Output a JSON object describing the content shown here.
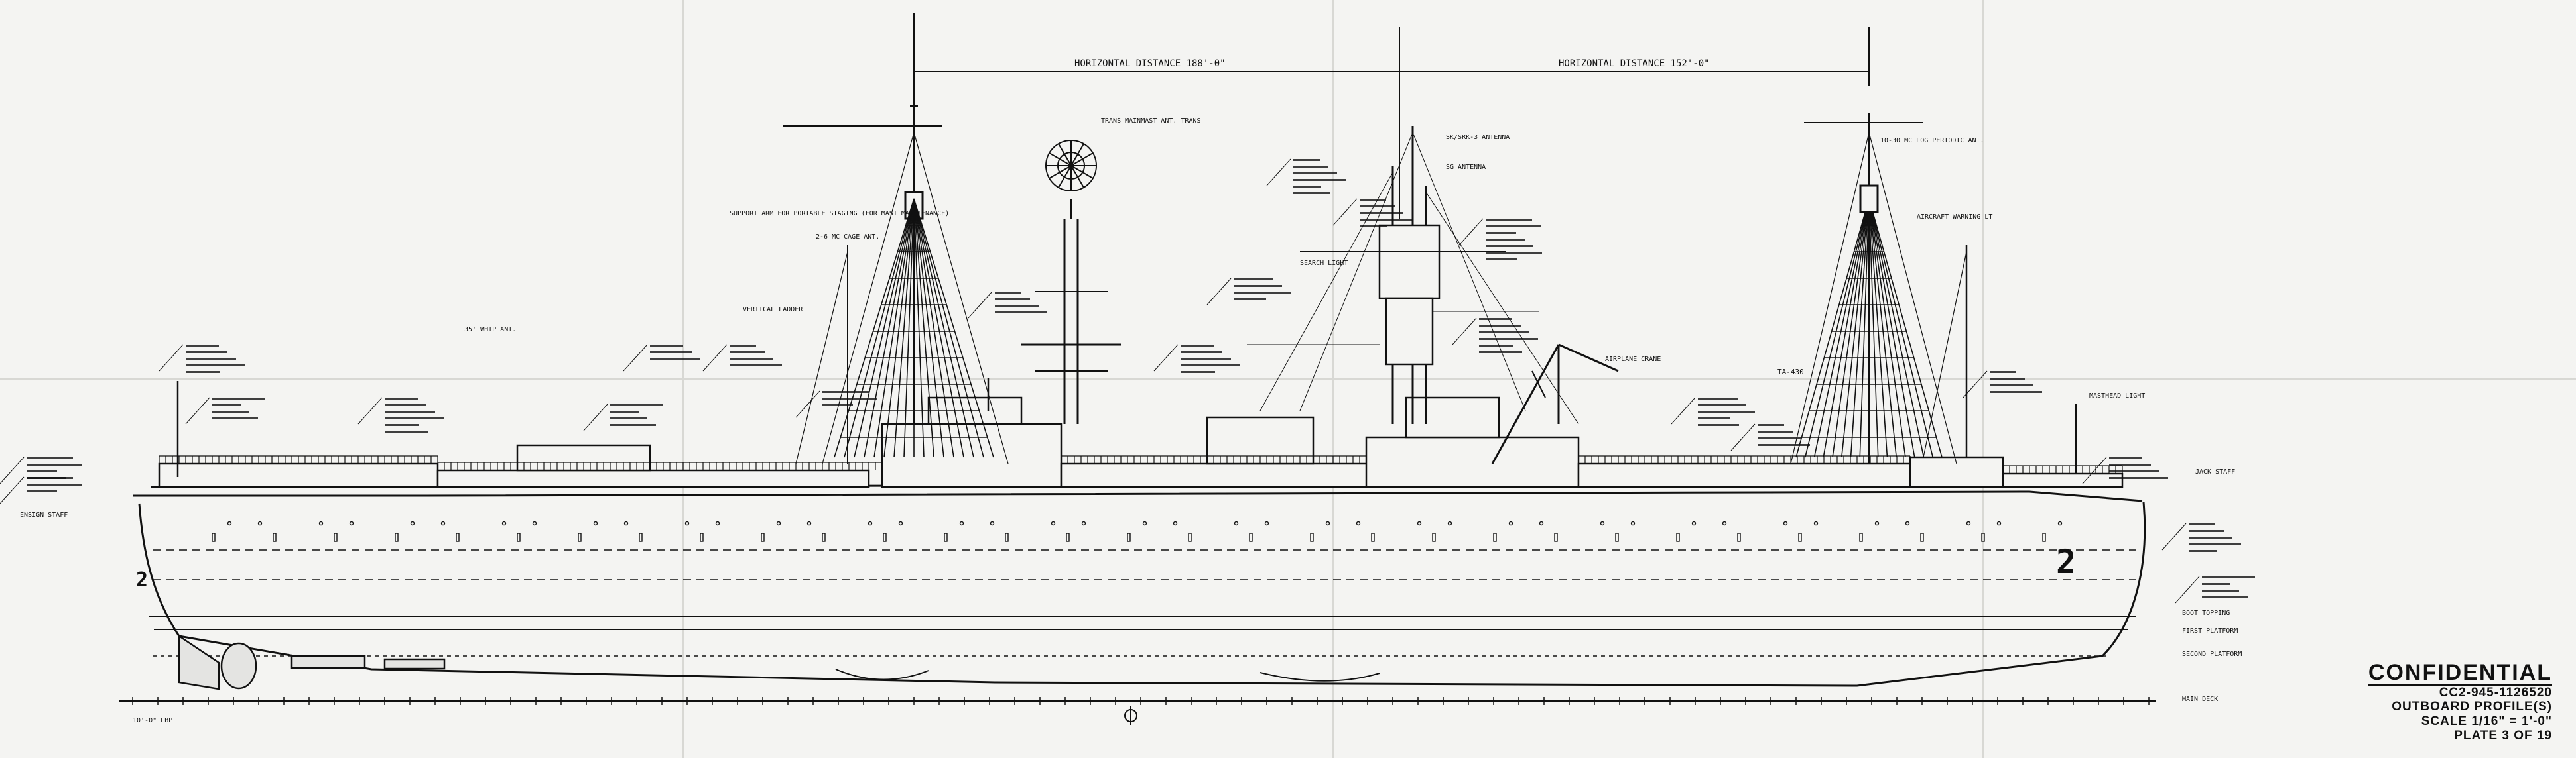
{
  "dimensions": {
    "forward": "HORIZONTAL DISTANCE 188'-0\"",
    "aft": "HORIZONTAL DISTANCE 152'-0\""
  },
  "hull": {
    "number_fwd": "2",
    "number_aft": "2"
  },
  "labels": {
    "trans_main_mast": "TRANS MAINMAST ANT. TRANS",
    "support_arm": "SUPPORT ARM FOR PORTABLE STAGING (FOR MAST MAINTENANCE)",
    "cage_antenna_fwd": "2-6 MC CAGE ANT.",
    "search_light": "SEARCH LIGHT",
    "sk_antenna": "SK/SRK-3 ANTENNA",
    "sg_antenna": "SG ANTENNA",
    "airsearch": "AIRCRAFT WARNING LT",
    "log_periodic": "10-30 MC LOG PERIODIC ANT.",
    "ta_antenna": "TA-430",
    "boat_crane": "AIRPLANE CRANE",
    "whip_ant": "35' WHIP ANT.",
    "vertical_ladder": "VERTICAL LADDER",
    "mast_head": "MASTHEAD LIGHT",
    "ensign_staff": "ENSIGN STAFF",
    "jack_staff": "JACK STAFF",
    "boot_topping": "BOOT TOPPING",
    "first_platform": "FIRST PLATFORM",
    "second_platform": "SECOND PLATFORM",
    "main_deck": "MAIN DECK",
    "frame_ref": "10'-0\" LBP"
  },
  "title_block": {
    "stamp": "CONFIDENTIAL",
    "drawing_no": "CC2-945-1126520",
    "title": "OUTBOARD PROFILE(S)",
    "scale": "SCALE 1/16\" = 1'-0\"",
    "plate": "PLATE 3 OF 19"
  }
}
